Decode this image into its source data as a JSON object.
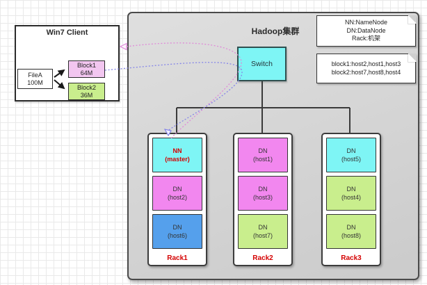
{
  "colors": {
    "cyan": "#7ef5f5",
    "magenta": "#f287ef",
    "green": "#c9ee8d",
    "blue": "#55a0ec",
    "light_pink": "#f2c6f0",
    "red_accent": "#d40000",
    "panel_gray": "#d2d2d2",
    "line_dark": "#3a3a3a",
    "flow_pink": "#df8ad8",
    "flow_blue": "#8585e8"
  },
  "client": {
    "title": "Win7 Client",
    "file": {
      "name": "FileA",
      "size": "100M"
    },
    "blocks": [
      {
        "name": "Block1",
        "size": "64M",
        "color": "#f2c6f0"
      },
      {
        "name": "Block2",
        "size": "36M",
        "color": "#c9ee8d"
      }
    ]
  },
  "cluster": {
    "title": "Hadoop集群",
    "switch_label": "Switch",
    "switch_color": "#7ef5f5",
    "notes": [
      {
        "line1": "NN:NameNode",
        "line2": "DN:DataNode",
        "line3": "Rack:机架"
      },
      {
        "line1": "block1:host2,host1,host3",
        "line2": "block2:host7,host8,host4"
      }
    ],
    "racks": [
      {
        "label": "Rack1",
        "nodes": [
          {
            "line1": "NN",
            "line2": "(master)",
            "color": "#7ef5f5",
            "master": true
          },
          {
            "line1": "DN",
            "line2": "(host2)",
            "color": "#f287ef"
          },
          {
            "line1": "DN",
            "line2": "(host6)",
            "color": "#55a0ec"
          }
        ]
      },
      {
        "label": "Rack2",
        "nodes": [
          {
            "line1": "DN",
            "line2": "(host1)",
            "color": "#f287ef"
          },
          {
            "line1": "DN",
            "line2": "(host3)",
            "color": "#f287ef"
          },
          {
            "line1": "DN",
            "line2": "(host7)",
            "color": "#c9ee8d"
          }
        ]
      },
      {
        "label": "Rack3",
        "nodes": [
          {
            "line1": "DN",
            "line2": "(host5)",
            "color": "#7ef5f5"
          },
          {
            "line1": "DN",
            "line2": "(host4)",
            "color": "#c9ee8d"
          },
          {
            "line1": "DN",
            "line2": "(host8)",
            "color": "#c9ee8d"
          }
        ]
      }
    ]
  }
}
